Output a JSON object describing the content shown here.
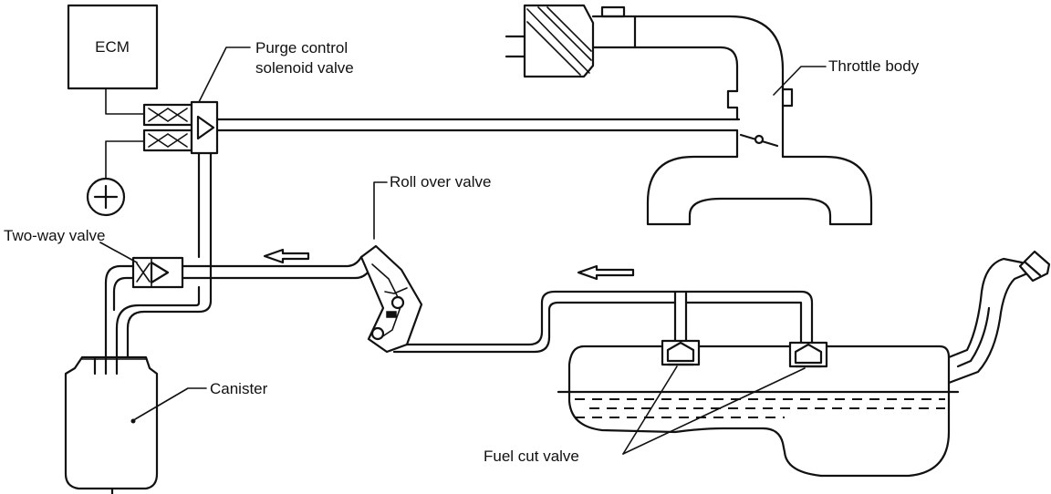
{
  "labels": {
    "ecm": "ECM",
    "purge_valve_line1": "Purge control",
    "purge_valve_line2": "solenoid valve",
    "throttle_body": "Throttle body",
    "roll_over_valve": "Roll over valve",
    "two_way_valve": "Two-way valve",
    "canister": "Canister",
    "fuel_cut_valve": "Fuel cut valve"
  }
}
